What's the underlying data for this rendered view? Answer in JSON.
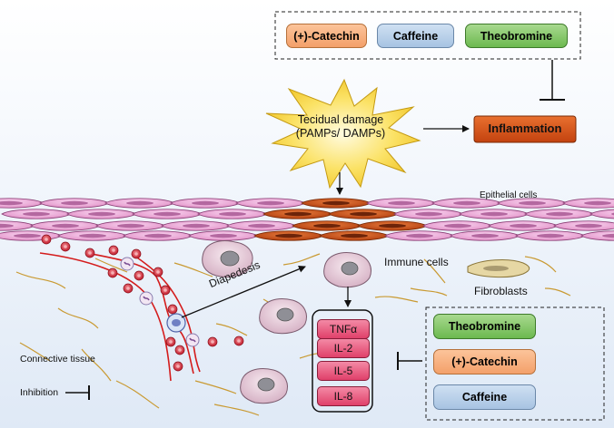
{
  "top_compounds": [
    "(+)-Catechin",
    "Caffeine",
    "Theobromine"
  ],
  "damage": {
    "line1": "Tecidual damage",
    "line2": "(PAMPs/ DAMPs)"
  },
  "inflammation": "Inflammation",
  "labels": {
    "epithelial": "Epithelial cells",
    "immune": "Immune cells",
    "fibroblasts": "Fibroblasts",
    "diapedesis": "Diapedesis",
    "connective": "Connective tissue",
    "inhibition": "Inhibition"
  },
  "cytokines": [
    "TNFα",
    "IL-2",
    "IL-5",
    "IL-8"
  ],
  "bottom_compounds": [
    "Theobromine",
    "(+)-Catechin",
    "Caffeine"
  ],
  "colors": {
    "catechin": "#f3a06a",
    "caffeine": "#a7c3e2",
    "theobromine": "#6cb94f",
    "inflammation": "#d9531e",
    "cytokine": "#e0406a",
    "epithelial": "#f0a8d8",
    "damaged_epithelial": "#c8501e",
    "vessel": "#d41c1c",
    "starburst": "#fbe266"
  }
}
